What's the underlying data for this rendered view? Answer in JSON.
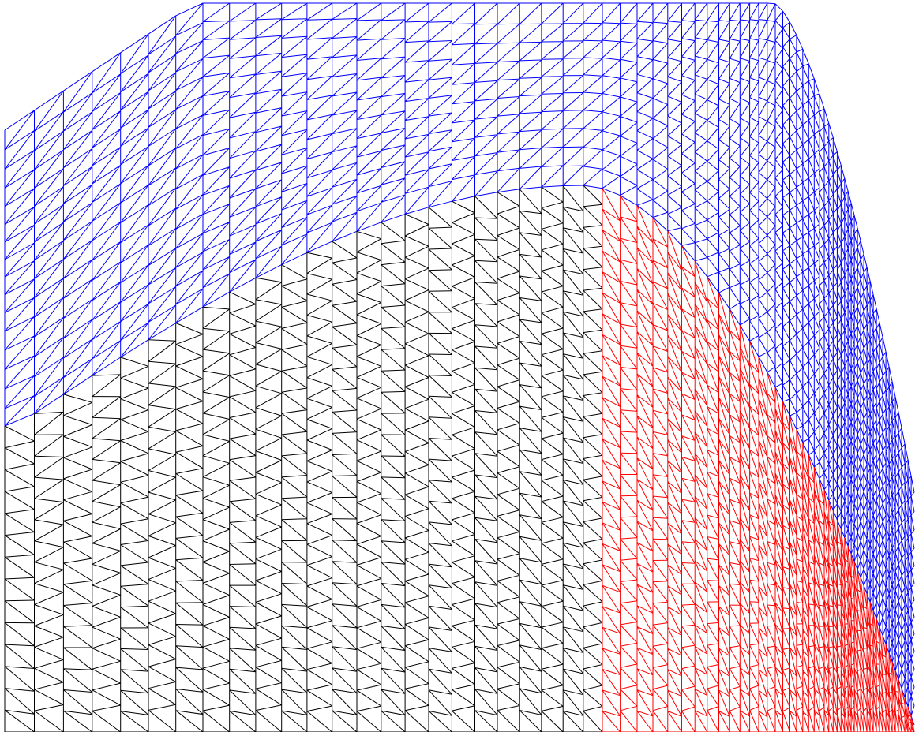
{
  "diagram": {
    "kind": "triangulated surface mesh wireframe",
    "background_color": "#ffffff",
    "regions": [
      {
        "id": "outer-surface",
        "color": "#0000ff",
        "description_visible": ""
      },
      {
        "id": "lower-left-surface",
        "color": "#000000",
        "description_visible": ""
      },
      {
        "id": "lower-right-surface",
        "color": "#ff0000",
        "description_visible": ""
      }
    ]
  }
}
